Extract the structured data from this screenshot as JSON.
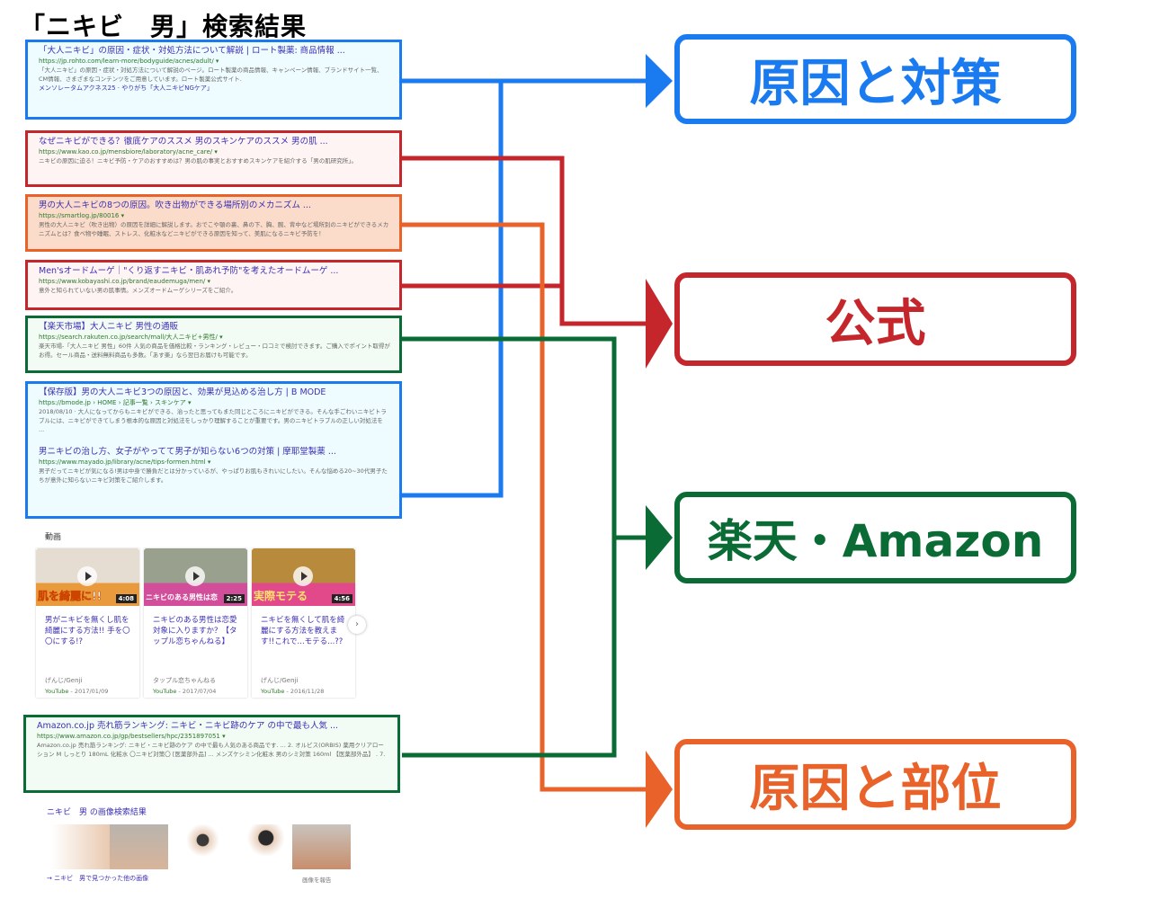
{
  "title": "「ニキビ　男」検索結果",
  "results": [
    {
      "title": "「大人ニキビ」の原因・症状・対処方法について解説 | ロート製薬: 商品情報 ...",
      "url": "https://jp.rohto.com/learn-more/bodyguide/acnes/adult/ ▾",
      "desc": "「大人ニキビ」の原因・症状・対処方法について解説のページ。ロート製薬の商品情報、キャンペーン情報、ブランドサイト一覧、CM情報、さまざまなコンテンツをご用意しています。ロート製薬公式サイト.",
      "sub": "メンソレータムアクネス25 · やりがち「大人ニキビNGケア」"
    },
    {
      "title": "なぜニキビができる？徹底ケアのススメ 男のスキンケアのススメ 男の肌 ...",
      "url": "https://www.kao.co.jp/mensbiore/laboratory/acne_care/ ▾",
      "desc": "ニキビの原因に迫る！ニキビ予防・ケアのおすすめは？男の肌の事実とおすすめスキンケアを紹介する「男の肌研究所」。"
    },
    {
      "title": "男の大人ニキビの8つの原因。吹き出物ができる場所別のメカニズム ...",
      "url": "https://smartlog.jp/80016 ▾",
      "desc": "男性の大人ニキビ（吹き出物）の原因を詳細に解説します。おでこや顎の裏、鼻の下、胸、腕、背中など場所別のニキビができるメカニズムとは？食べ物や睡眠、ストレス、化粧水などニキビができる原因を知って、美肌になるニキビ予防を！"
    },
    {
      "title": "Men'sオードムーゲ｜\"くり返すニキビ・肌あれ予防\"を考えたオードムーゲ ...",
      "url": "https://www.kobayashi.co.jp/brand/eaudemuga/men/ ▾",
      "desc": "意外と知られていない男の肌事情。メンズオードムーゲシリーズをご紹介。"
    },
    {
      "title": "【楽天市場】大人ニキビ 男性の通販",
      "url": "https://search.rakuten.co.jp/search/mall/大人ニキビ+男性/ ▾",
      "desc": "楽天市場-「大人ニキビ 男性」60件 人気の商品を価格比較・ランキング・レビュー・口コミで検討できます。ご購入でポイント取得がお得。セール商品・送料無料商品も多数。「あす楽」なら翌日お届けも可能です。"
    },
    {
      "title": "【保存版】男の大人ニキビ3つの原因と、効果が見込める治し方 | B MODE",
      "url": "https://bmode.jp › HOME › 記事一覧 › スキンケア ▾",
      "desc": "2018/08/10 · 大人になってからもニキビができる、治ったと思ってもまた同じところにニキビができる。そんな手ごわいニキビトラブルには、ニキビができてしまう根本的な原因と対処法をしっかり理解することが重要です。男のニキビトラブルの正しい対処法を ..."
    },
    {
      "title": "男ニキビの治し方、女子がやってて男子が知らない6つの対策 | 摩耶堂製薬 ...",
      "url": "https://www.mayado.jp/library/acne/tips-formen.html ▾",
      "desc": "男子だってニキビが気になる!男は中身で勝負だとは分かっているが、やっぱりお肌もきれいにしたい。そんな悩める20~30代男子たちが意外に知らないニキビ対策をご紹介します。"
    },
    {
      "title": "Amazon.co.jp 売れ筋ランキング: ニキビ・ニキビ跡のケア の中で最も人気 ...",
      "url": "https://www.amazon.co.jp/gp/bestsellers/hpc/2351897051 ▾",
      "desc": "Amazon.co.jp 売れ筋ランキング: ニキビ・ニキビ跡のケア の中で最も人気のある商品です. ... 2. オルビス(ORBIS) 薬用クリアローション M しっとり 180mL 化粧水 〇ニキビ対策〇 [医薬部外品] ... メンズケシミン化粧水 男のシミ対策 160ml 【医薬部外品】 . 7."
    }
  ],
  "videos": {
    "heading": "動画",
    "items": [
      {
        "title": "男がニキビを無くし肌を綺麗にする方法!! 手を〇〇にする!?",
        "duration": "4:08",
        "channel": "げんじ/Genji",
        "source": "YouTube",
        "date": "- 2017/01/09",
        "thumb_text": "肌を綺麗に!!"
      },
      {
        "title": "ニキビのある男性は恋愛対象に入りますか？【タップル恋ちゃんねる】",
        "duration": "2:25",
        "channel": "タップル恋ちゃんねる",
        "source": "YouTube",
        "date": "- 2017/07/04",
        "thumb_text": "ニキビのある男性は恋愛対象"
      },
      {
        "title": "ニキビを無くして肌を綺麗にする方法を教えます!!これで...モテる...??",
        "duration": "4:56",
        "channel": "げんじ/Genji",
        "source": "YouTube",
        "date": "- 2016/11/28",
        "thumb_text": "実際モテる"
      }
    ]
  },
  "images": {
    "heading": "ニキビ　男 の画像検索結果",
    "more": "ニキビ　男で見つかった他の画像",
    "report": "画像を報告"
  },
  "categories": [
    {
      "label": "原因と対策",
      "color": "#1a7af0"
    },
    {
      "label": "公式",
      "color": "#c4262b"
    },
    {
      "label": "楽天・Amazon",
      "color": "#0b6b35"
    },
    {
      "label": "原因と部位",
      "color": "#e8622a"
    }
  ]
}
